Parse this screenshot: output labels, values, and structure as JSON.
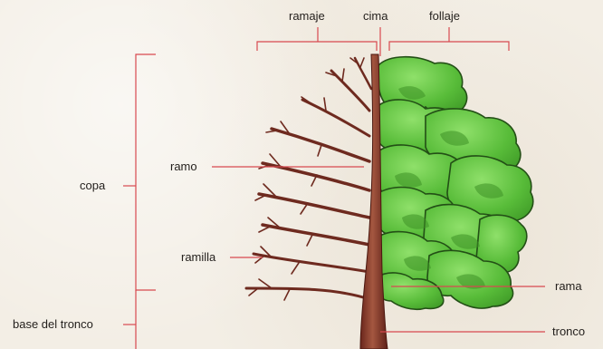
{
  "labels": {
    "ramaje": "ramaje",
    "cima": "cima",
    "follaje": "follaje",
    "copa": "copa",
    "ramo": "ramo",
    "ramilla": "ramilla",
    "base_del_tronco": "base del tronco",
    "rama": "rama",
    "tronco": "tronco"
  },
  "colors": {
    "leader_line": "#d8494f",
    "trunk": "#7a2e22",
    "trunk_highlight": "#a75a44",
    "foliage": "#5bbf3b",
    "foliage_dark": "#3a8d24",
    "foliage_outline": "#1f4a14"
  }
}
